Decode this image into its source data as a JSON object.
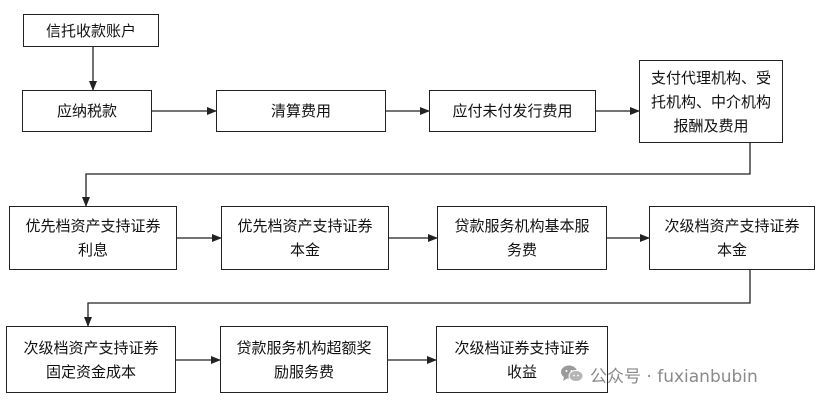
{
  "nodes": {
    "trust_account": "信托收款账户",
    "taxes_payable": "应纳税款",
    "clearing_fees": "清算费用",
    "unpaid_issue_fees": "应付未付发行费用",
    "agency_fees": "支付代理机构、受托机构、中介机构报酬及费用",
    "senior_interest": "优先档资产支持证券利息",
    "senior_principal": "优先档资产支持证券本金",
    "servicer_base_fee": "贷款服务机构基本服务费",
    "sub_principal": "次级档资产支持证券本金",
    "sub_fixed_cost": "次级档资产支持证券固定资金成本",
    "servicer_excess_fee": "贷款服务机构超额奖励服务费",
    "sub_income": "次级档证券支持证券收益"
  },
  "watermark": {
    "text": "公众号 · fuxianbubin",
    "icon": "wechat-logo-icon"
  }
}
